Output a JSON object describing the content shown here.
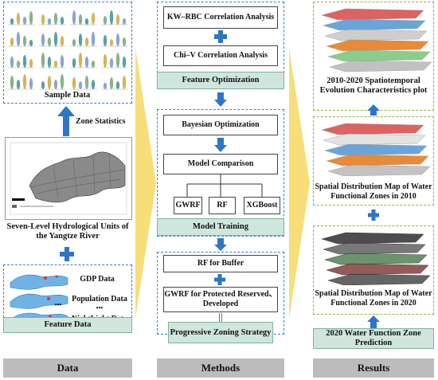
{
  "colors": {
    "accent_blue": "#2e75c7",
    "panel_green": "#cfe6dc",
    "footer_gray": "#bcbcbc",
    "chevron_yellow": "#f7dc72"
  },
  "data_column": {
    "sample_label": "Sample Data",
    "zone_statistics": "Zone Statistics",
    "map_title": "Seven-Level Hydrological Units of the Yangtze River",
    "feature_items": [
      "GDP Data",
      "Population Data",
      "NightLight Data"
    ],
    "ellipsis": "•••",
    "feature_label": "Feature Data"
  },
  "methods_column": {
    "kw_rbc": "KW–RBC Correlation Analysis",
    "chi_v": "Chi–V Correlation Analysis",
    "feature_opt": "Feature Optimization",
    "bayes": "Bayesian Optimization",
    "model_comp": "Model Comparison",
    "models": [
      "GWRF",
      "RF",
      "XGBoost"
    ],
    "model_training": "Model Training",
    "rf_buffer": "RF for Buffer",
    "gwrf_protected": "GWRF for Protected Reserved、Developed",
    "equals": "||",
    "progressive": "Progressive Zoning Strategy"
  },
  "results_column": {
    "evolution_label": "2010-2020 Spatiotemporal Evolution Characteristics plot",
    "map2010_label": "Spatial Distribution Map of Water Functional Zones in 2010",
    "map2020_label": "Spatial Distribution Map of Water Functional Zones in 2020",
    "prediction_label": "2020 Water Function Zone Prediction"
  },
  "footer": {
    "data": "Data",
    "methods": "Methods",
    "results": "Results"
  }
}
